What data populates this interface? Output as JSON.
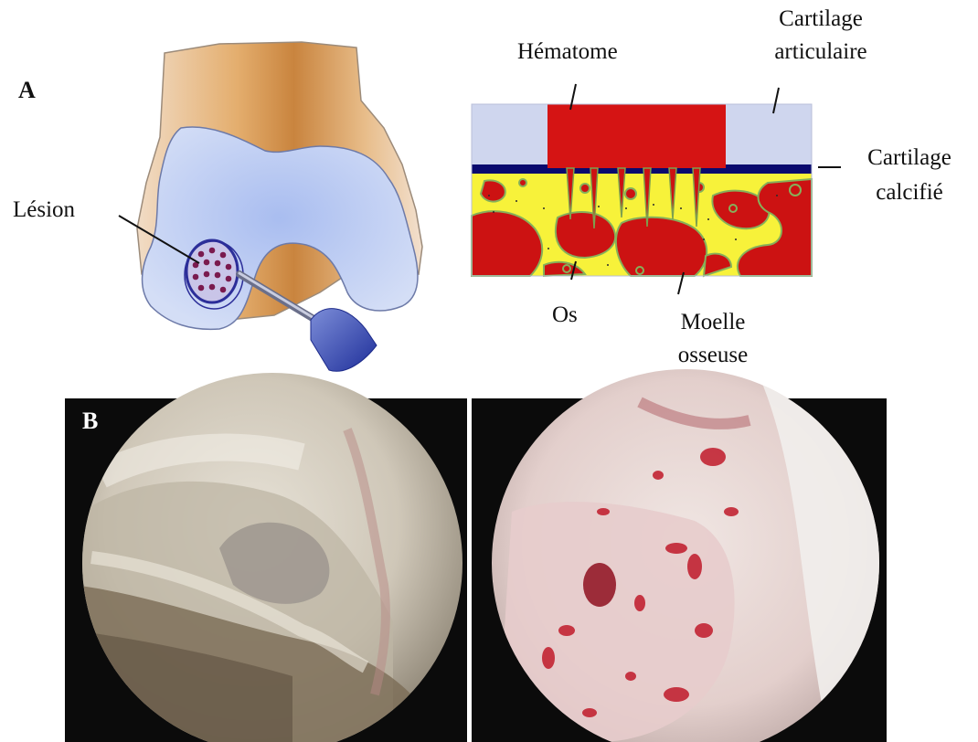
{
  "panel_a": {
    "letter": "A",
    "label_lesion": "Lésion",
    "label_hematome": "Hématome",
    "label_cartilage_articulaire_1": "Cartilage",
    "label_cartilage_articulaire_2": "articulaire",
    "label_cartilage_calcifie_1": "Cartilage",
    "label_cartilage_calcifie_2": "calcifié",
    "label_os": "Os",
    "label_moelle_1": "Moelle",
    "label_moelle_2": "osseuse"
  },
  "panel_b": {
    "letter": "B"
  },
  "colors": {
    "hematoma": "#d51414",
    "articular_cartilage": "#cfd6ee",
    "calcified_cartilage": "#0a0a6e",
    "bone": "#f7f23a",
    "marrow": "#cc1212",
    "femur_cartilage": "#bfcff2",
    "femur_bone": "#d9a066",
    "arthroscopy_bg": "#0b0b0b"
  }
}
